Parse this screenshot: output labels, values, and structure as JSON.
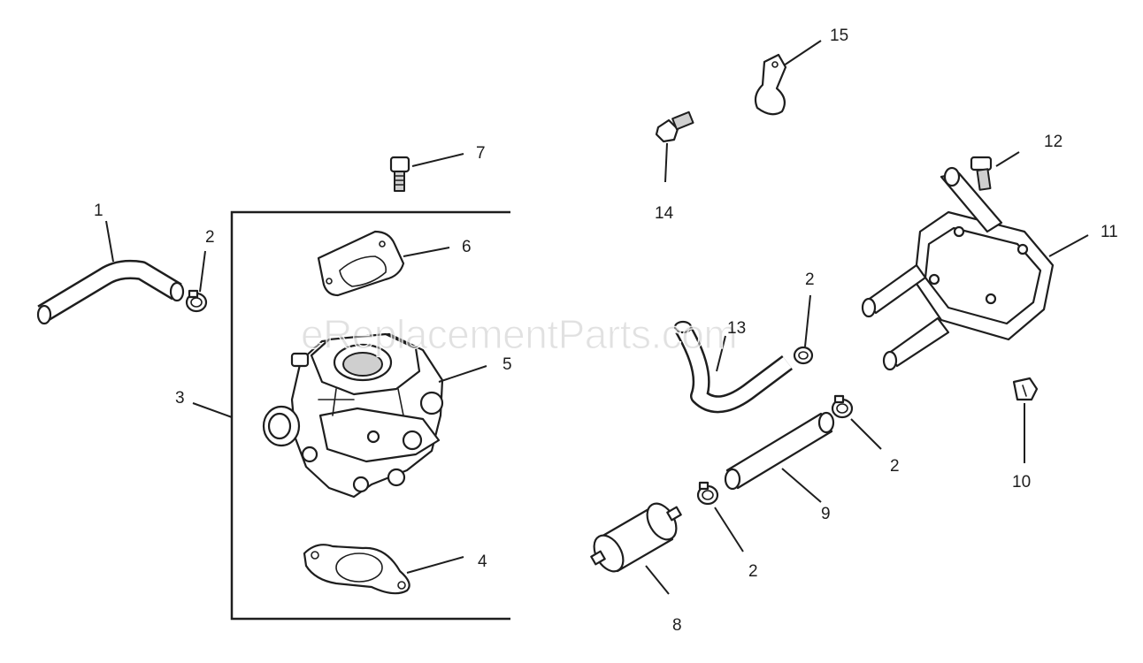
{
  "watermark": "eReplacementParts.com",
  "callouts": {
    "c1": "1",
    "c2a": "2",
    "c2b": "2",
    "c2c": "2",
    "c2d": "2",
    "c3": "3",
    "c4": "4",
    "c5": "5",
    "c6": "6",
    "c7": "7",
    "c8": "8",
    "c9": "9",
    "c10": "10",
    "c11": "11",
    "c12": "12",
    "c13": "13",
    "c14": "14",
    "c15": "15"
  },
  "colors": {
    "line": "#1e1e1e",
    "background": "#ffffff"
  }
}
